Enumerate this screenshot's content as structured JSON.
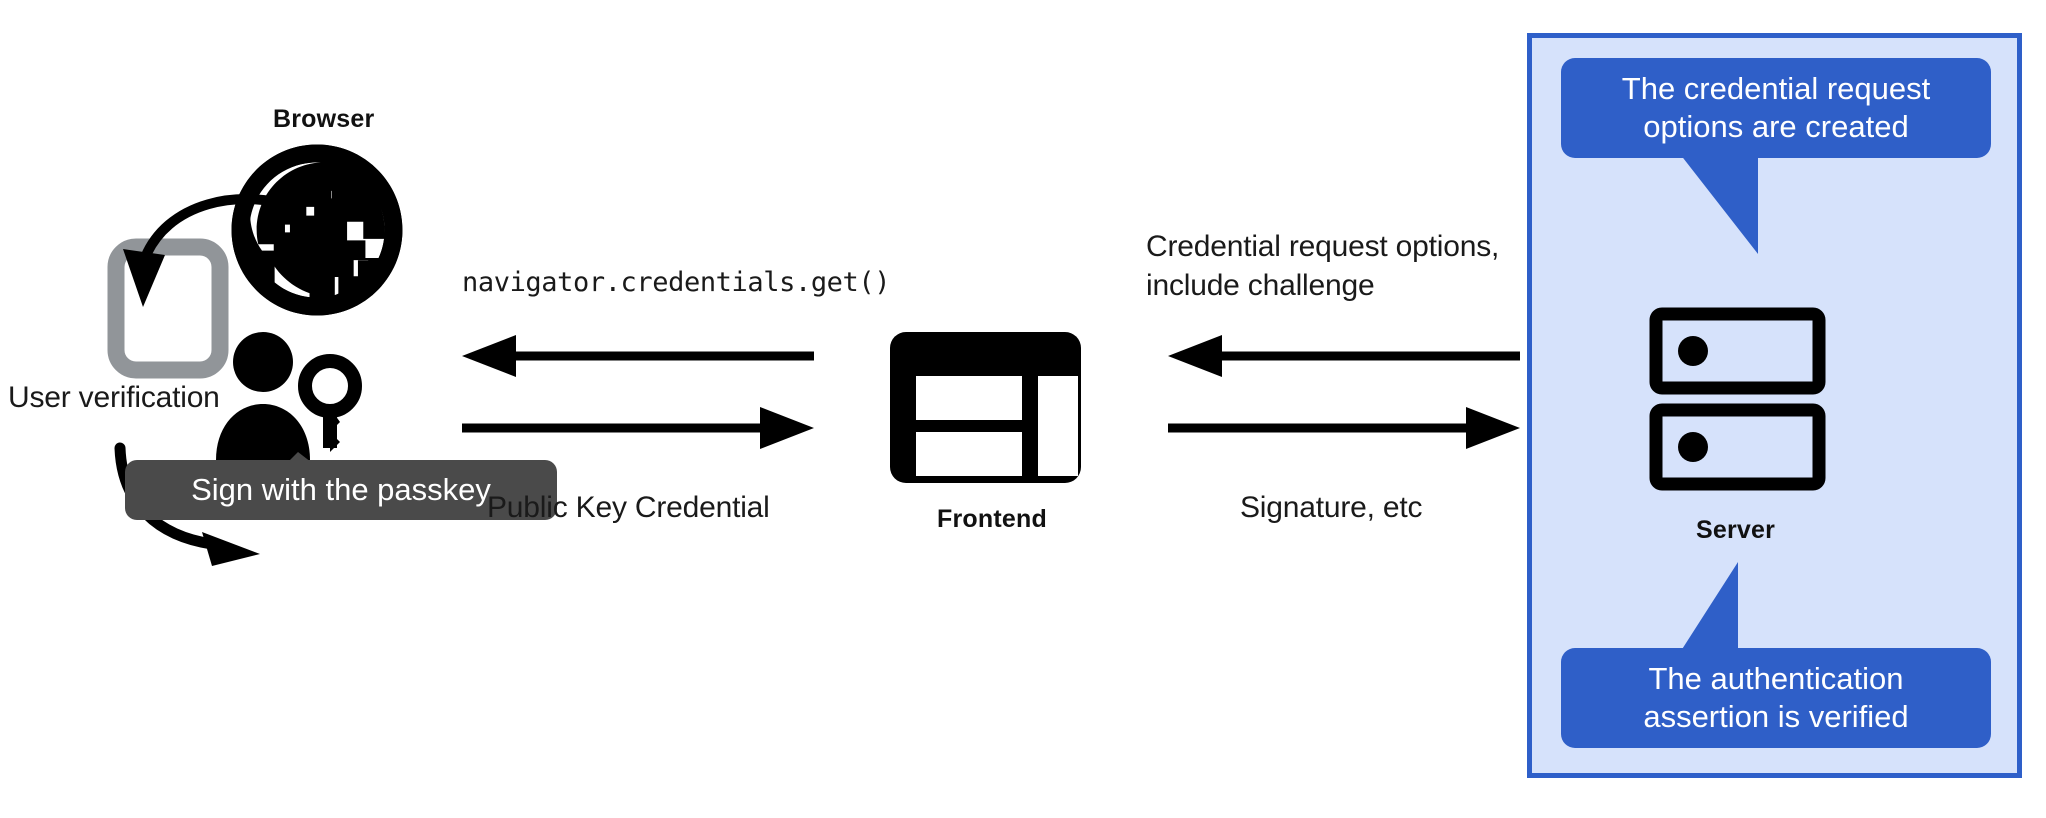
{
  "diagram": {
    "title_browser": "Browser",
    "title_frontend": "Frontend",
    "title_server": "Server",
    "user_verification_label": "User verification",
    "api_call_label": "navigator.credentials.get()",
    "public_key_credential_label": "Public Key Credential",
    "credential_request_options_label": "Credential request options,\ninclude challenge",
    "signature_label": "Signature, etc",
    "passkey_tooltip": "Sign with the passkey",
    "callout_top": "The credential request\noptions are created",
    "callout_bottom": "The authentication\nassertion is verified"
  },
  "colors": {
    "server_zone_fill": "#d6e2fb",
    "server_zone_border": "#2e5fc9",
    "callout_blue": "#2f5fc8",
    "tooltip_gray": "#4a4a4a",
    "phone_gray": "#919599",
    "ink": "#111111"
  }
}
